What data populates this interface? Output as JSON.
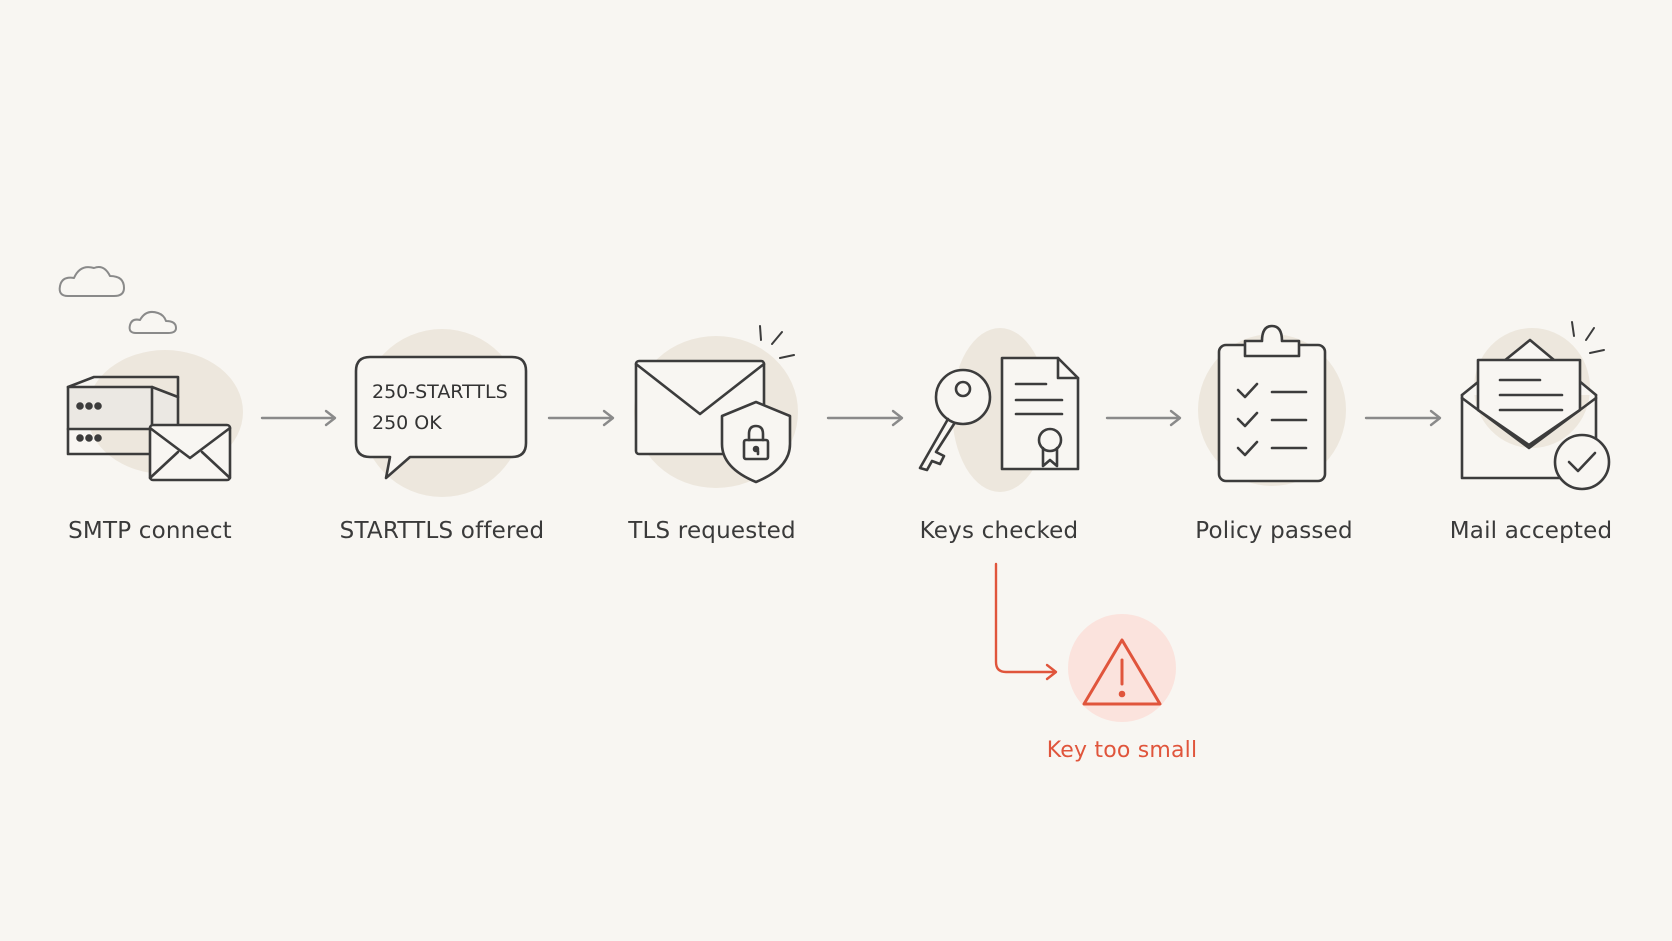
{
  "steps": [
    {
      "label": "SMTP connect",
      "icon": "server-mail-icon"
    },
    {
      "label": "STARTTLS offered",
      "icon": "speech-bubble-icon"
    },
    {
      "label": "TLS requested",
      "icon": "envelope-shield-icon"
    },
    {
      "label": "Keys checked",
      "icon": "key-certificate-icon"
    },
    {
      "label": "Policy passed",
      "icon": "clipboard-checklist-icon"
    },
    {
      "label": "Mail accepted",
      "icon": "open-envelope-check-icon"
    }
  ],
  "bubble": {
    "line1": "250-STARTTLS",
    "line2": "250 OK"
  },
  "failure": {
    "label": "Key too small",
    "icon": "warning-triangle-icon"
  },
  "colors": {
    "background": "#f8f6f2",
    "stroke": "#3c3c3c",
    "halo": "#ede7dd",
    "arrow": "#8a8a8a",
    "alert": "#e0553c",
    "alert_halo": "#fbe3dd"
  }
}
